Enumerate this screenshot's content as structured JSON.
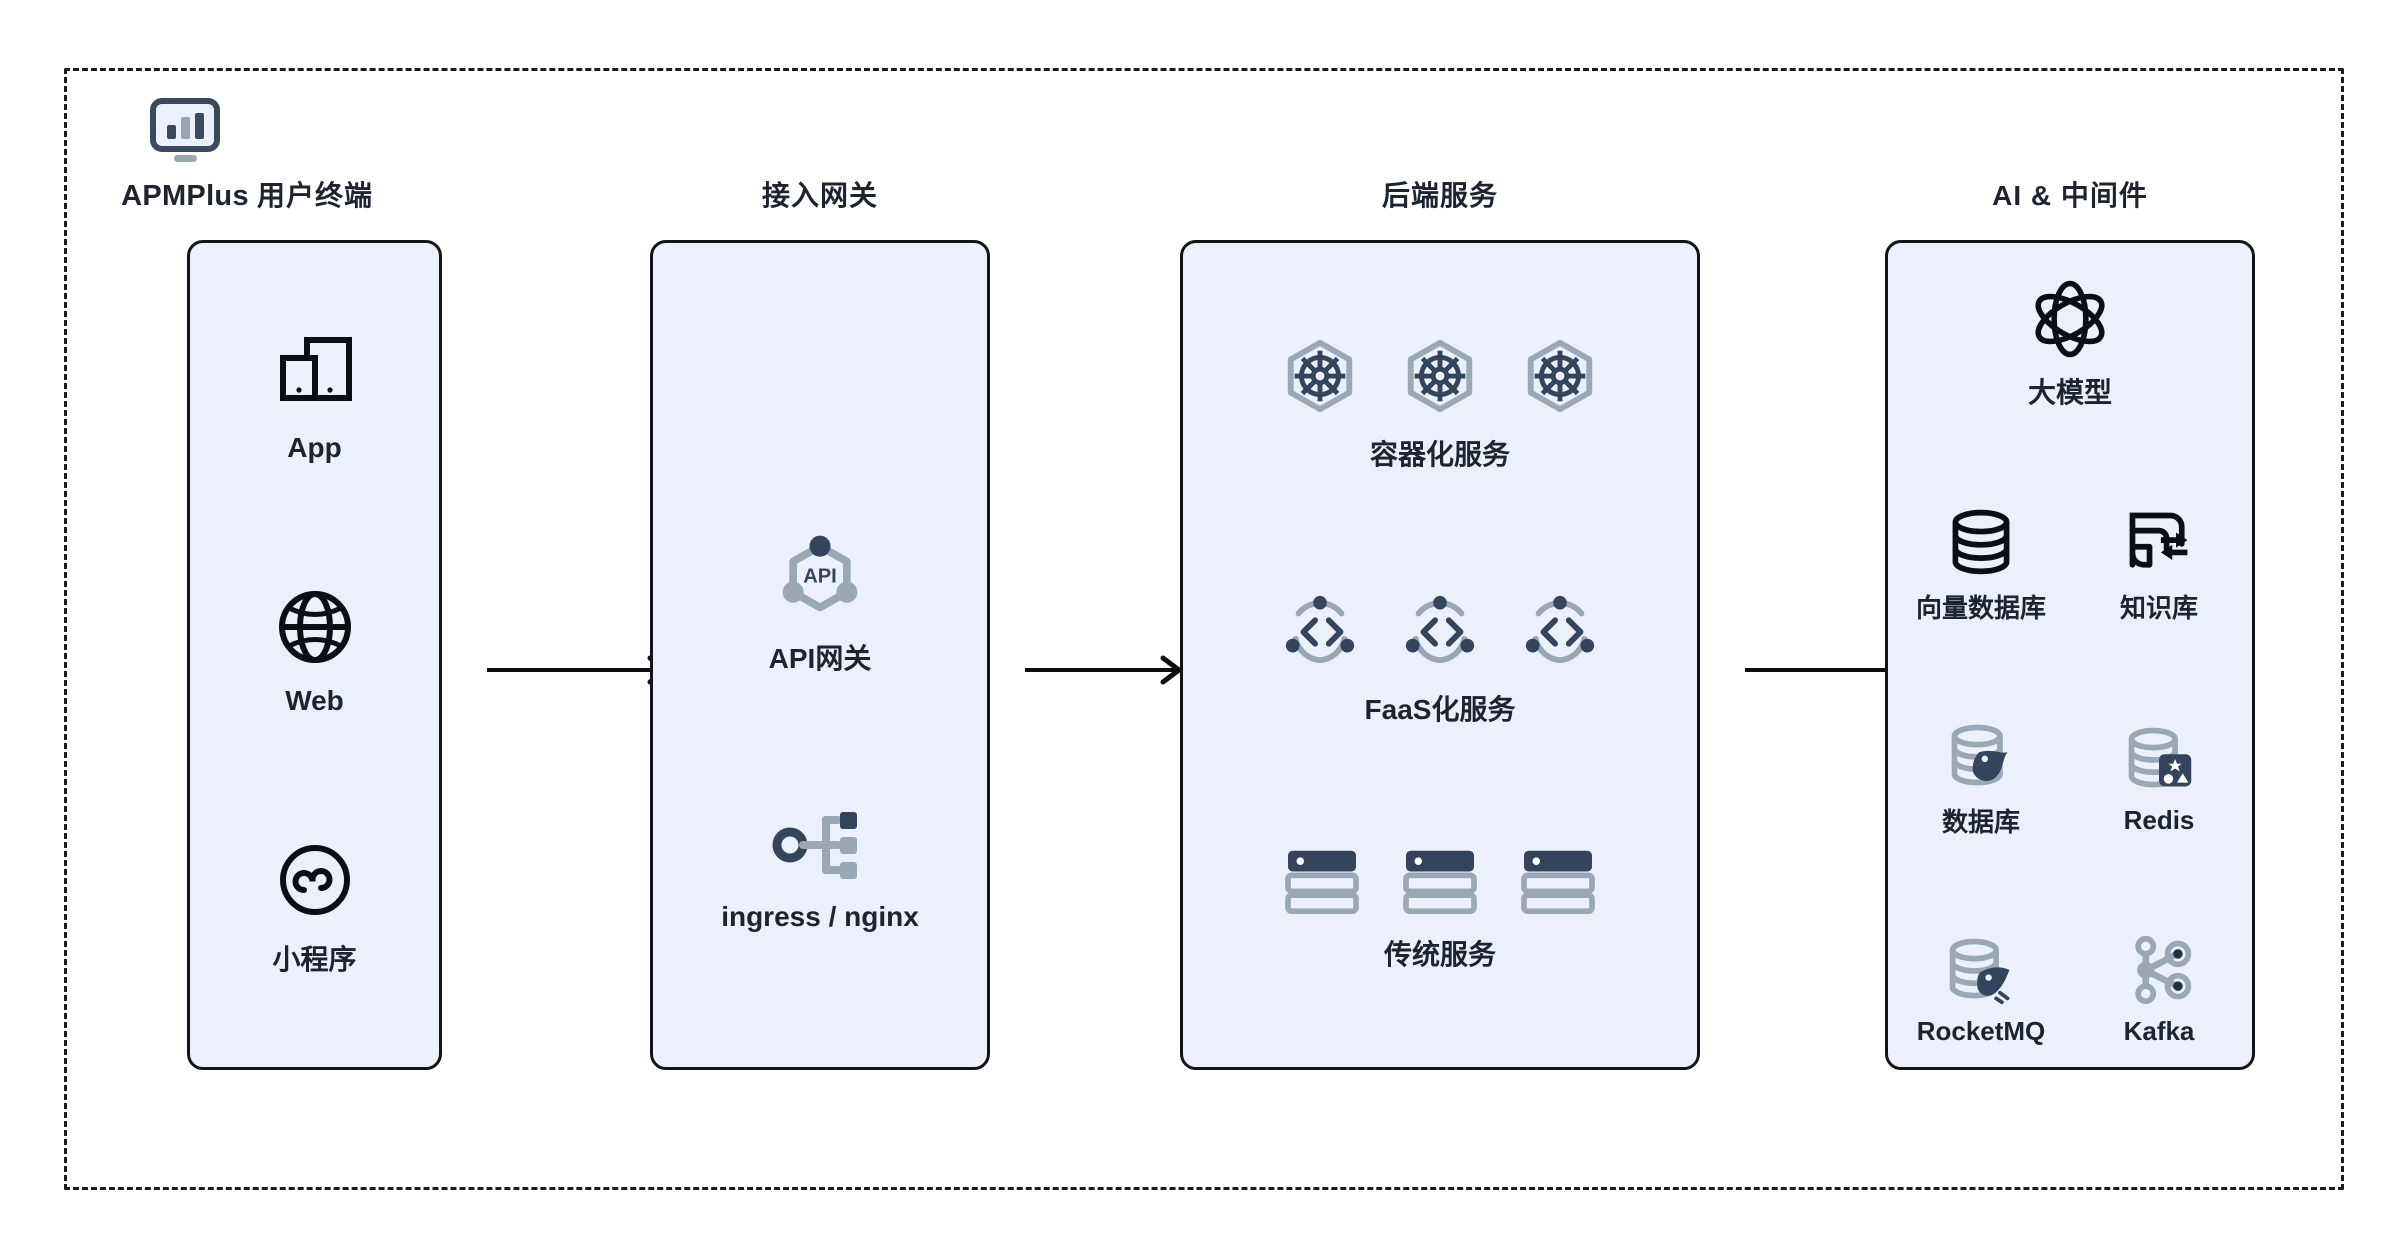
{
  "diagram": {
    "brand": {
      "label": "APMPlus",
      "icon": "apmplus-monitor-chart-logo"
    },
    "colors": {
      "panel_fill": "#ecf0fa",
      "panel_border": "#111418",
      "text": "#1b2430",
      "icon_dark": "#334155",
      "icon_gray": "#a3adb8",
      "frame_dash": "#1c1c1c",
      "background": "#ffffff"
    },
    "columns": [
      {
        "id": "terminal",
        "title": "用户终端",
        "nodes": [
          {
            "label": "App",
            "icon": "devices-phone-tablet-icon"
          },
          {
            "label": "Web",
            "icon": "globe-icon"
          },
          {
            "label": "小程序",
            "icon": "mini-program-icon"
          }
        ]
      },
      {
        "id": "gateway",
        "title": "接入网关",
        "nodes": [
          {
            "label": "API网关",
            "icon": "api-hexagon-node-icon"
          },
          {
            "label": "ingress / nginx",
            "icon": "ingress-branch-icon"
          }
        ]
      },
      {
        "id": "backend",
        "title": "后端服务",
        "groups": [
          {
            "label": "容器化服务",
            "icon": "kubernetes-hexagon-icon",
            "count": 3
          },
          {
            "label": "FaaS化服务",
            "icon": "faas-code-circle-icon",
            "count": 3
          },
          {
            "label": "传统服务",
            "icon": "server-rack-icon",
            "count": 3
          }
        ]
      },
      {
        "id": "ai",
        "title": "AI & 中间件",
        "rows": [
          [
            {
              "label": "大模型",
              "icon": "atom-llm-icon"
            }
          ],
          [
            {
              "label": "向量数据库",
              "icon": "vector-database-icon"
            },
            {
              "label": "知识库",
              "icon": "knowledge-base-icon"
            }
          ],
          [
            {
              "label": "数据库",
              "icon": "mysql-dolphin-database-icon"
            },
            {
              "label": "Redis",
              "icon": "redis-database-icon"
            }
          ],
          [
            {
              "label": "RocketMQ",
              "icon": "rocketmq-database-icon"
            },
            {
              "label": "Kafka",
              "icon": "kafka-node-graph-icon"
            }
          ]
        ]
      }
    ],
    "arrows": [
      {
        "id": "terminal-to-gateway",
        "icon": "arrow-right-icon"
      },
      {
        "id": "gateway-to-backend",
        "icon": "arrow-right-icon"
      },
      {
        "id": "backend-to-ai",
        "icon": "arrow-right-icon"
      }
    ]
  }
}
